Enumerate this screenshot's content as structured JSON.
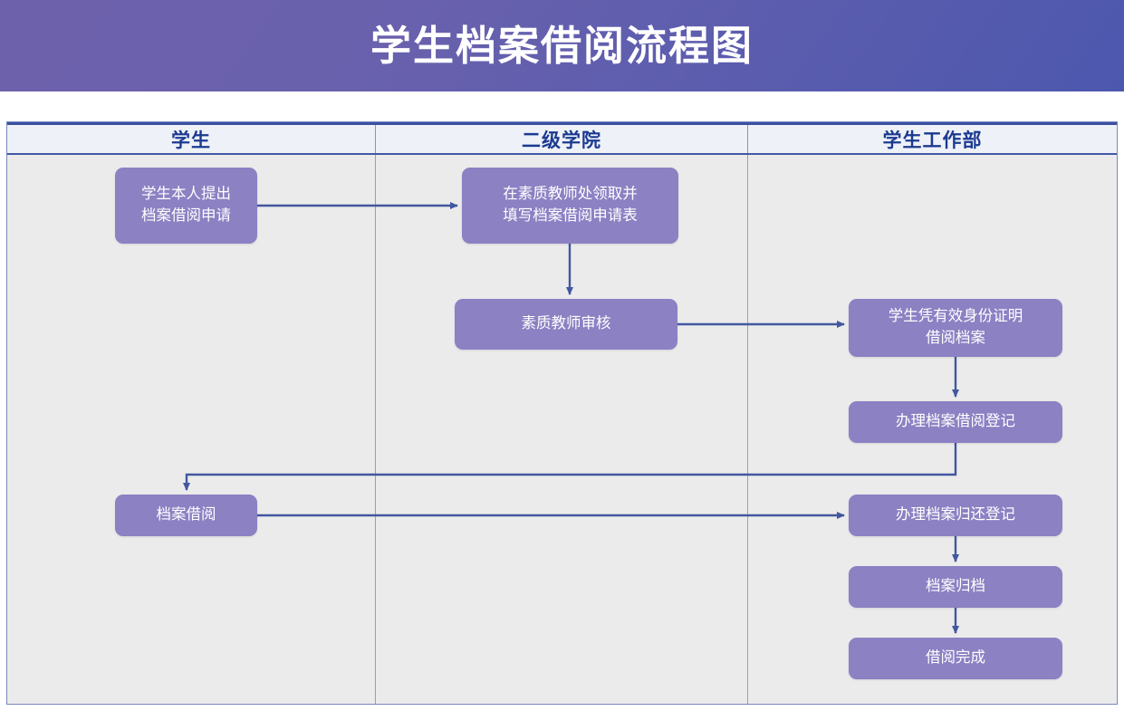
{
  "header": {
    "title": "学生档案借阅流程图"
  },
  "diagram": {
    "type": "swimlane-flowchart",
    "lanes": [
      {
        "id": "student",
        "label": "学生"
      },
      {
        "id": "college",
        "label": "二级学院"
      },
      {
        "id": "student-affairs",
        "label": "学生工作部"
      }
    ],
    "nodes": [
      {
        "id": "apply",
        "lane": "student",
        "label": "学生本人提出\n档案借阅申请"
      },
      {
        "id": "fetchform",
        "lane": "college",
        "label": "在素质教师处领取并\n填写档案借阅申请表"
      },
      {
        "id": "review",
        "lane": "college",
        "label": "素质教师审核"
      },
      {
        "id": "idborrow",
        "lane": "student-affairs",
        "label": "学生凭有效身份证明\n借阅档案"
      },
      {
        "id": "regborrow",
        "lane": "student-affairs",
        "label": "办理档案借阅登记"
      },
      {
        "id": "borrow",
        "lane": "student",
        "label": "档案借阅"
      },
      {
        "id": "regreturn",
        "lane": "student-affairs",
        "label": "办理档案归还登记"
      },
      {
        "id": "archive",
        "lane": "student-affairs",
        "label": "档案归档"
      },
      {
        "id": "done",
        "lane": "student-affairs",
        "label": "借阅完成"
      }
    ],
    "edges": [
      {
        "from": "apply",
        "to": "fetchform"
      },
      {
        "from": "fetchform",
        "to": "review"
      },
      {
        "from": "review",
        "to": "idborrow"
      },
      {
        "from": "idborrow",
        "to": "regborrow"
      },
      {
        "from": "regborrow",
        "to": "borrow"
      },
      {
        "from": "borrow",
        "to": "regreturn"
      },
      {
        "from": "regreturn",
        "to": "archive"
      },
      {
        "from": "archive",
        "to": "done"
      }
    ]
  },
  "colors": {
    "banner_gradient_start": "#6e61ab",
    "banner_gradient_end": "#4c58ae",
    "node_fill": "#8b81c3",
    "node_text": "#ffffff",
    "lane_header_text": "#1b3a90",
    "lane_header_fill": "#eef1f7",
    "lane_body_fill": "#ebebeb",
    "connector": "#41579f",
    "lane_divider": "#9a9ad2"
  }
}
